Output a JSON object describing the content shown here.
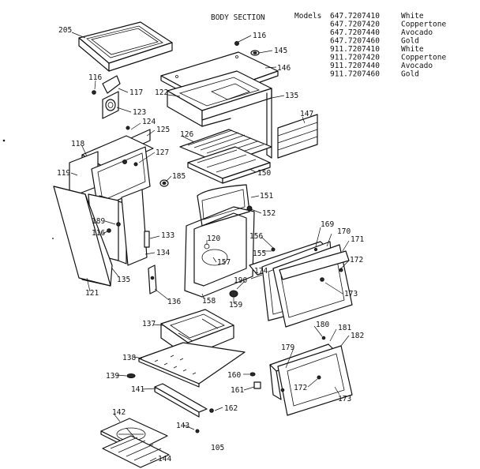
{
  "title": "BODY SECTION",
  "models_label": "Models",
  "models": [
    {
      "number": "647.7207410",
      "color": "White"
    },
    {
      "number": "647.7207420",
      "color": "Coppertone"
    },
    {
      "number": "647.7207440",
      "color": "Avocado"
    },
    {
      "number": "647.7207460",
      "color": "Gold"
    },
    {
      "number": "911.7207410",
      "color": "White"
    },
    {
      "number": "911.7207420",
      "color": "Coppertone"
    },
    {
      "number": "911.7207440",
      "color": "Avocado"
    },
    {
      "number": "911.7207460",
      "color": "Gold"
    }
  ],
  "parts": [
    "205",
    "116",
    "145",
    "146",
    "116",
    "117",
    "123",
    "122",
    "135",
    "147",
    "124",
    "125",
    "118",
    "127",
    "126",
    "119",
    "185",
    "150",
    "151",
    "152",
    "189",
    "116",
    "133",
    "134",
    "135",
    "121",
    "120",
    "157",
    "136",
    "158",
    "156",
    "155",
    "169",
    "170",
    "171",
    "172",
    "174",
    "190",
    "159",
    "173",
    "137",
    "180",
    "181",
    "182",
    "179",
    "138",
    "139",
    "160",
    "161",
    "141",
    "172",
    "173",
    "162",
    "142",
    "143",
    "105",
    "144"
  ]
}
